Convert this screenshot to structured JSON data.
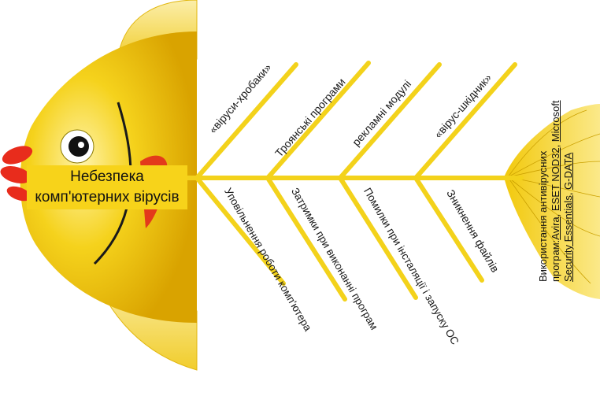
{
  "diagram": {
    "head_title": "Небезпека комп'ютерних вірусів",
    "head_title_lines": [
      "Небезпека",
      "комп'ютерних вірусів"
    ],
    "tail": {
      "prefix": "Використання антивірусних програм:",
      "links": [
        "Avira",
        "ESET NOD32",
        "Microsoft Security Essentials",
        "G-DATA"
      ]
    },
    "upper_bones": [
      "«віруси-хробаки»",
      "Троянські програми",
      "рекламні модулі",
      "«вірус-шкідник»"
    ],
    "lower_bones": [
      "Уповільнення роботи комп'ютера",
      "Затримки при виконанні програм",
      "Помилки при інсталяції і запуску ОС",
      "Зникнення файлів"
    ],
    "colors": {
      "bone": "#f3d21b",
      "fish_body": "#f1c40f",
      "fin": "#f7e07a",
      "lips": "#e82c1c"
    }
  }
}
